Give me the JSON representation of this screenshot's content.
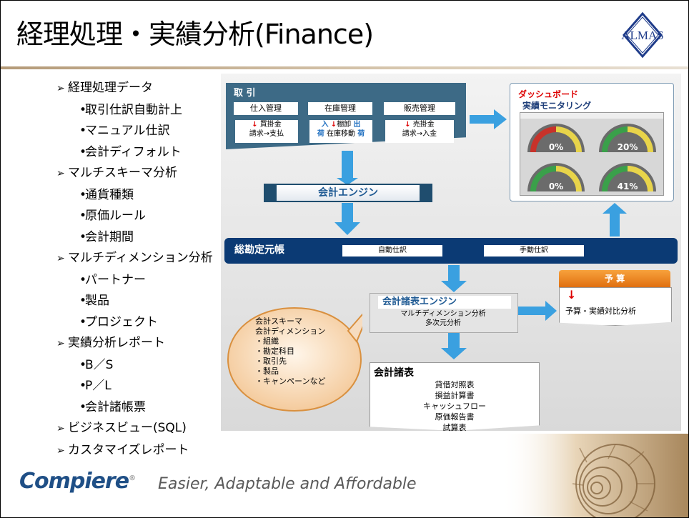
{
  "title": "経理処理・実績分析(Finance)",
  "logo_text": "ALMAS",
  "outline": [
    {
      "level": 1,
      "text": "経理処理データ"
    },
    {
      "level": 2,
      "text": "取引仕訳自動計上"
    },
    {
      "level": 2,
      "text": "マニュアル仕訳"
    },
    {
      "level": 2,
      "text": "会計ディフォルト"
    },
    {
      "level": 1,
      "text": "マルチスキーマ分析"
    },
    {
      "level": 2,
      "text": "通貨種類"
    },
    {
      "level": 2,
      "text": "原価ルール"
    },
    {
      "level": 2,
      "text": "会計期間"
    },
    {
      "level": 1,
      "text": "マルチディメンション分析"
    },
    {
      "level": 2,
      "text": "パートナー"
    },
    {
      "level": 2,
      "text": "製品"
    },
    {
      "level": 2,
      "text": "プロジェクト"
    },
    {
      "level": 1,
      "text": "実績分析レポート"
    },
    {
      "level": 2,
      "text": "B／S"
    },
    {
      "level": 2,
      "text": "P／L"
    },
    {
      "level": 2,
      "text": "会計諸帳票"
    },
    {
      "level": 1,
      "text": "ビジネスビュー(SQL)"
    },
    {
      "level": 1,
      "text": "カスタマイズレポート"
    }
  ],
  "diagram": {
    "transaction": {
      "title": "取 引",
      "boxes": [
        "仕入管理",
        "在庫管理",
        "販売管理"
      ],
      "sub1": [
        "買掛金",
        "請求→支払"
      ],
      "sub2": {
        "in": "入",
        "mid": "棚卸",
        "out": "出",
        "in2": "荷",
        "mid2": "在庫移動",
        "out2": "荷"
      },
      "sub3": [
        "売掛金",
        "請求→入金"
      ]
    },
    "engine": "会計エンジン",
    "ledger": {
      "title": "総勘定元帳",
      "auto": "自動仕訳",
      "manual": "手動仕訳"
    },
    "fs_engine": {
      "title": "会計諸表エンジン",
      "sub1": "マルチディメンション分析",
      "sub2": "多次元分析"
    },
    "statements": {
      "title": "会計諸表",
      "items": [
        "貸借対照表",
        "損益計算書",
        "キャッシュフロー",
        "原価報告書",
        "試算表"
      ]
    },
    "budget": {
      "tab": "予 算",
      "text": "予算・実績対比分析"
    },
    "dashboard": {
      "title": "ダッシュボード",
      "subtitle": "実績モニタリング",
      "gauges": [
        "0%",
        "20%",
        "0%",
        "41%"
      ]
    },
    "callout": [
      "会計スキーマ",
      "会計ディメンション",
      "・組織",
      "・勘定科目",
      "・取引先",
      "・製品",
      "・キャンペーンなど"
    ]
  },
  "footer": {
    "brand": "Compiere",
    "tagline": "Easier, Adaptable and Affordable"
  }
}
